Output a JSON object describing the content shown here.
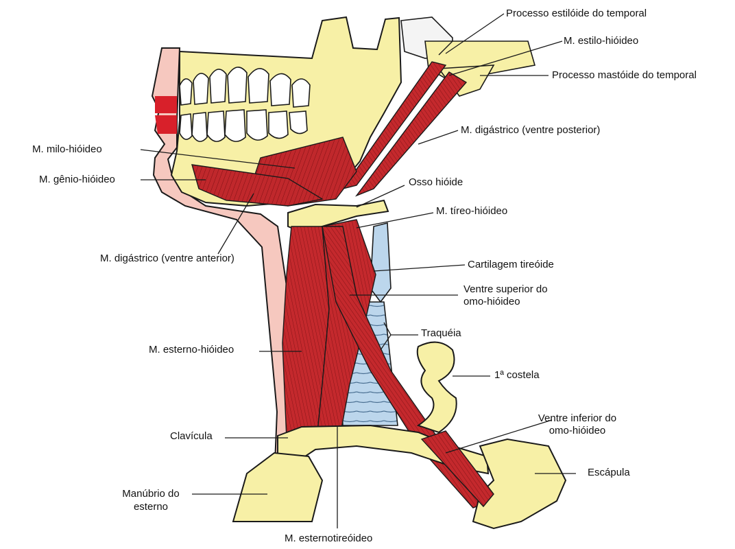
{
  "colors": {
    "bone": "#f7f0a6",
    "muscle": "#c0282c",
    "muscle_dark": "#8e1418",
    "skin": "#f6c8bf",
    "cartilage": "#bcd6ec",
    "tooth": "#ffffff",
    "outline": "#1a1a1a"
  },
  "labels": {
    "processo_estiloide": "Processo estilóide do temporal",
    "m_estilo_hioideo": "M. estilo-hióideo",
    "processo_mastoide": "Processo mastóide do temporal",
    "m_digastrico_posterior": "M. digástrico (ventre posterior)",
    "m_milo_hioideo": "M. milo-hióideo",
    "m_genio_hioideo": "M. gênio-hióideo",
    "osso_hioide": "Osso hióide",
    "m_tireo_hioideo": "M. tíreo-hióideo",
    "m_digastrico_anterior": "M. digástrico (ventre anterior)",
    "cartilagem_tireoide": "Cartilagem tireóide",
    "ventre_superior_line1": "Ventre superior do",
    "ventre_superior_line2": "omo-hióideo",
    "traqueia": "Traquéia",
    "m_esterno_hioideo": "M. esterno-hióideo",
    "primeira_costela": "1ª costela",
    "ventre_inferior_line1": "Ventre inferior do",
    "ventre_inferior_line2": "omo-hióideo",
    "clavicula": "Clavícula",
    "escapula": "Escápula",
    "manubrio_line1": "Manúbrio do",
    "manubrio_line2": "esterno",
    "m_esternotireoideo": "M. esternotireóideo"
  }
}
